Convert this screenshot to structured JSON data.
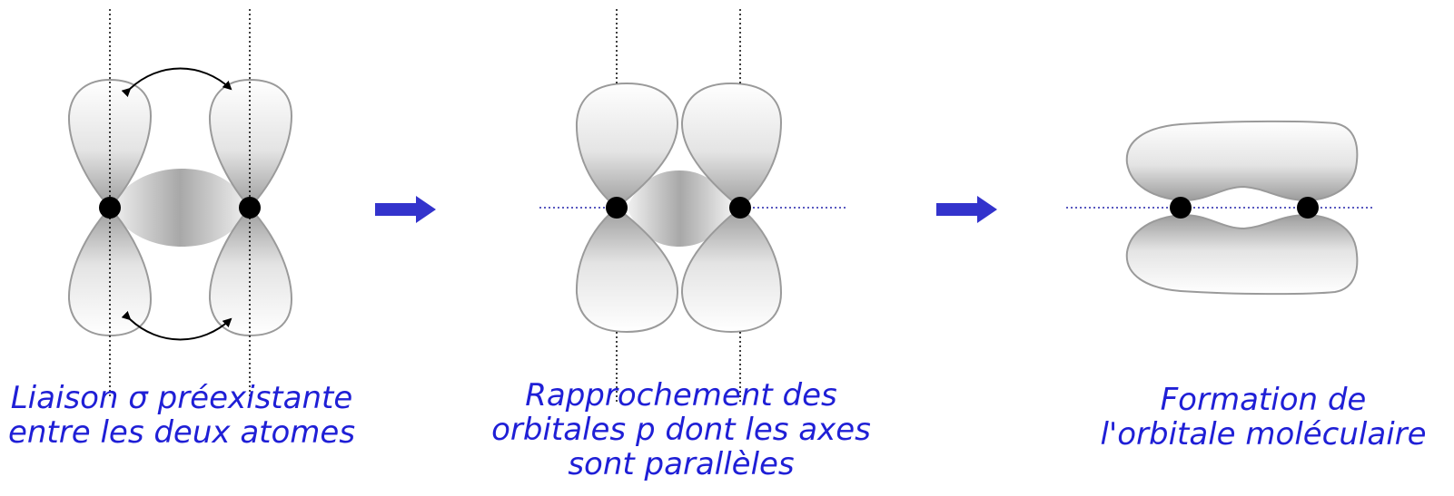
{
  "panels": [
    {
      "caption_lines": [
        "Liaison σ préexistante",
        "entre les deux atomes"
      ]
    },
    {
      "caption_lines": [
        "Rapprochement des",
        "orbitales p dont les axes",
        "sont parallèles"
      ]
    },
    {
      "caption_lines": [
        "Formation de",
        "l'orbitale moléculaire"
      ]
    }
  ],
  "colors": {
    "caption": "#1f1fd6",
    "arrow": "#3333cc",
    "axis_dotted": "#2222aa",
    "lobe_outline": "#9a9a9a",
    "nucleus": "#000000"
  },
  "icons": [
    "right-arrow-icon",
    "curved-double-arrow-icon"
  ]
}
